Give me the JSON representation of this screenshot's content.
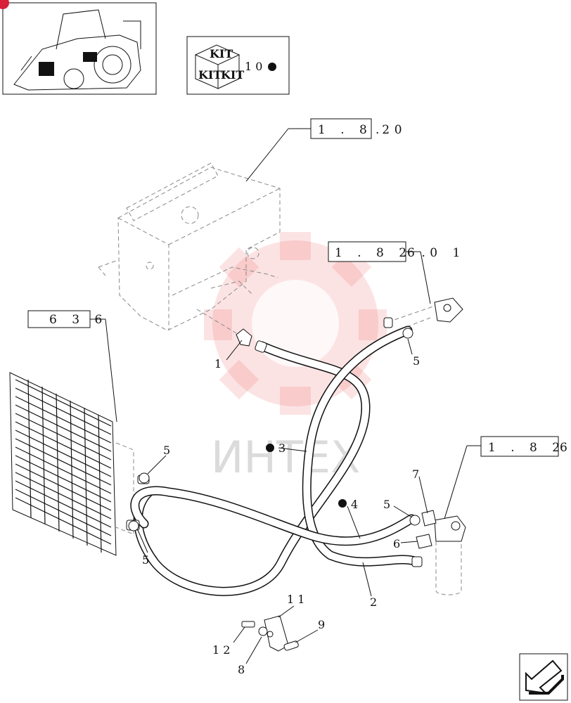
{
  "kit_box": {
    "cube_label": "KIT",
    "side_label_left": "KIT",
    "side_label_right": "KIT",
    "note": "1 0"
  },
  "references": {
    "engine_ref_box": "1 . 8 2",
    "engine_ref_suffix": ". 0",
    "pipe_ref_box": "1 . 8 2 .",
    "pipe_ref_suffix": "6   0 1",
    "radiator_ref_box": "6 3 6",
    "filter_ref_box": "1 . 8 2 .",
    "filter_ref_suffix": "6"
  },
  "callouts": {
    "c1": "1",
    "c2": "2",
    "c3": "3",
    "c4": "4",
    "c5_top": "5",
    "c5_left": "5",
    "c5_bottom_left": "5",
    "c5_right": "5",
    "c6": "6",
    "c7": "7",
    "c8": "8",
    "c9": "9",
    "c11": "1 1",
    "c12": "1 2"
  },
  "watermark": {
    "text": "ИНТЕХ"
  },
  "colors": {
    "watermark": "#ec3b3b",
    "line": "#111111"
  },
  "icons": {
    "nav_arrow": "arrow-left-down-icon"
  }
}
